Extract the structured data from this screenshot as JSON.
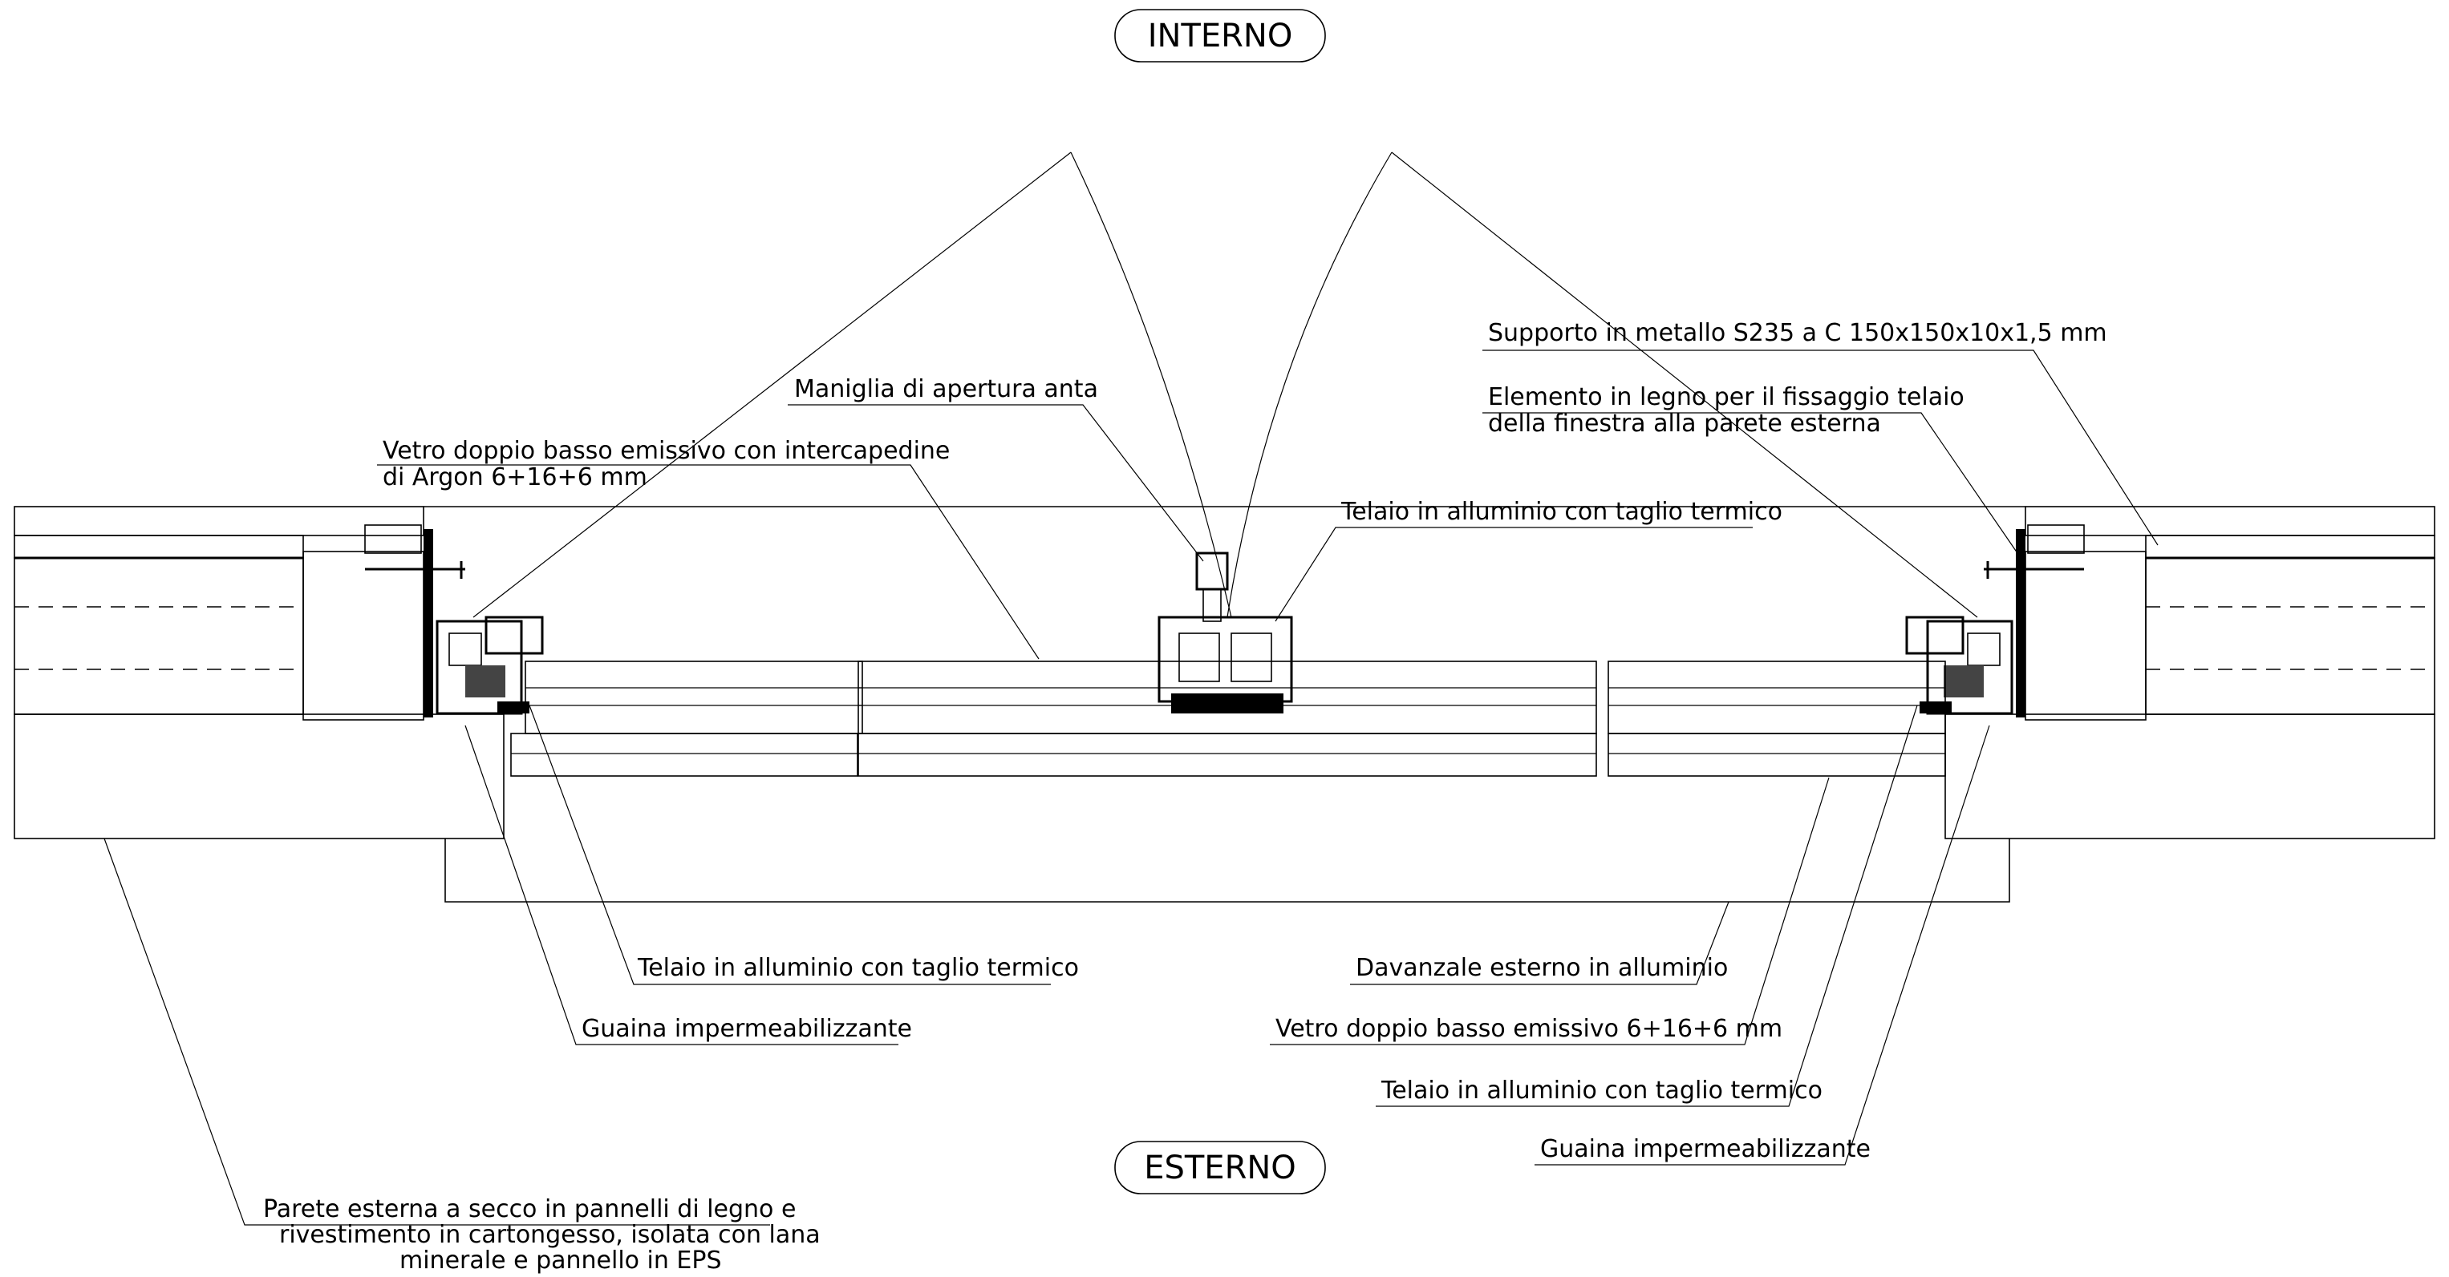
{
  "tags": {
    "interno": "INTERNO",
    "esterno": "ESTERNO"
  },
  "labels": {
    "supporto": "Supporto in metallo S235 a C 150x150x10x1,5 mm",
    "elemento_line1": "Elemento in legno per il fissaggio telaio",
    "elemento_line2": "della finestra alla parete esterna",
    "maniglia": "Maniglia di apertura anta",
    "vetro_argon_line1": "Vetro doppio basso emissivo con intercapedine",
    "vetro_argon_line2": "di Argon 6+16+6 mm",
    "telaio_top": "Telaio in alluminio con taglio termico",
    "telaio_left": "Telaio in alluminio con taglio termico",
    "guaina_left": "Guaina impermeabilizzante",
    "davanzale": "Davanzale esterno in alluminio",
    "vetro_doppio": "Vetro doppio basso emissivo 6+16+6 mm",
    "telaio_right": "Telaio in alluminio con taglio termico",
    "guaina_right": "Guaina impermeabilizzante",
    "parete_line1": "Parete esterna a secco in pannelli di legno e",
    "parete_line2": "rivestimento in cartongesso, isolata con lana",
    "parete_line3": "minerale e pannello in EPS"
  }
}
